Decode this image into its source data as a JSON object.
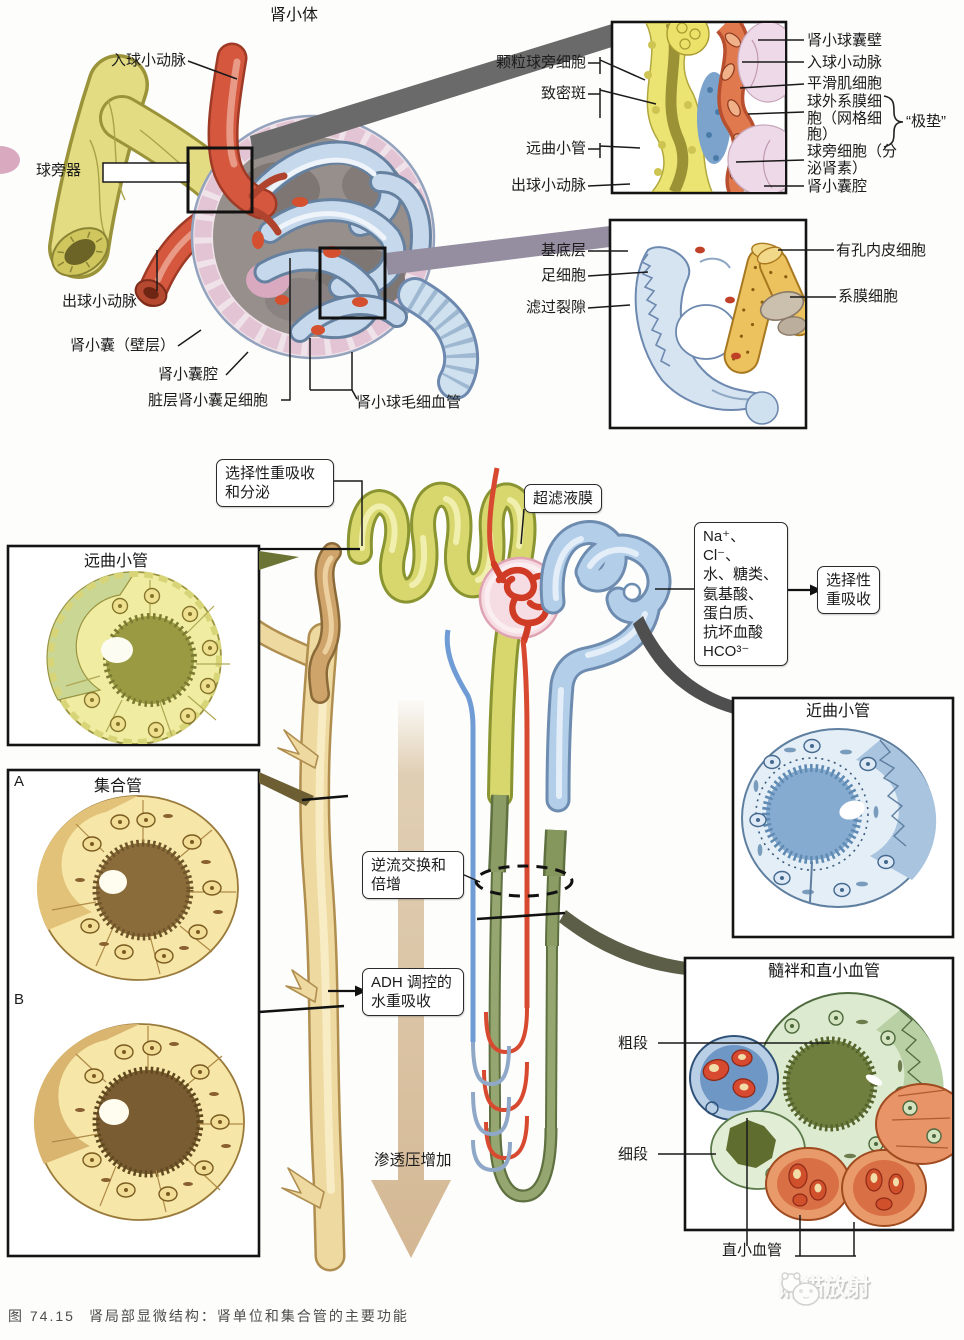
{
  "corpuscle": {
    "title": "肾小体",
    "afferent": "入球小动脉",
    "jga": "球旁器",
    "efferent": "出球小动脉",
    "capsule_parietal": "肾小囊（壁层）",
    "capsule_space": "肾小囊腔",
    "podocytes": "脏层肾小囊足细胞",
    "capillaries": "肾小球毛细血管"
  },
  "jg_inset": {
    "granular": "颗粒球旁细胞",
    "macula": "致密斑",
    "dct": "远曲小管",
    "efferent": "出球小动脉",
    "capsule_wall": "肾小球囊壁",
    "afferent": "入球小动脉",
    "smooth_muscle": "平滑肌细胞",
    "extraglomerular": "球外系膜细胞（网格细胞）",
    "polar_cushion": "“极垫”",
    "jg_cells": "球旁细胞（分泌肾素）",
    "capsule_space": "肾小囊腔"
  },
  "filt_inset": {
    "basal": "基底层",
    "podocyte": "足细胞",
    "slit": "滤过裂隙",
    "endothelium": "有孔内皮细胞",
    "mesangial": "系膜细胞"
  },
  "flow": {
    "selective_rs": "选择性重吸收\n和分泌",
    "ultrafiltrate": "超滤液膜",
    "solutes": "Na⁺、Cl⁻、\n水、糖类、\n氨基酸、\n蛋白质、\n抗坏血酸\nHCO³⁻",
    "selective_r": "选择性\n重吸收",
    "countercurrent": "逆流交换和\n倍增",
    "adh": "ADH 调控的\n水重吸收",
    "osmotic": "渗透压增加"
  },
  "insets": {
    "dct_title": "远曲小管",
    "cd_title": "集合管",
    "a": "A",
    "b": "B",
    "pct_title": "近曲小管",
    "vasa_title": "髓袢和直小血管",
    "thick": "粗段",
    "thin": "细段",
    "vasa_recta": "直小血管"
  },
  "footer": {
    "figure": "图 74.15",
    "caption": "肾局部显微结构：肾单位和集合管的主要功能",
    "watermark": "熊猫放射"
  },
  "colors": {
    "distal_tubule": "#d7d76e",
    "proximal_tubule": "#b3cee9",
    "collecting_duct": "#eed9a0",
    "loop_of_henle": "#8b9c64",
    "arteriole_red": "#d4573e",
    "capillary_blue": "#c6d8ec",
    "capsule_pink": "#e8ccd8",
    "osmotic_arrow": "#d9c3a2"
  }
}
